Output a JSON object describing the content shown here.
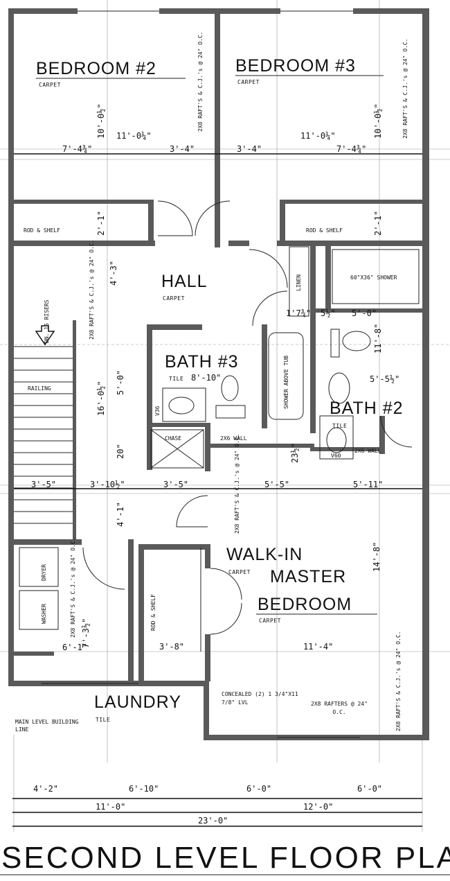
{
  "rooms": {
    "bedroom2": {
      "name": "BEDROOM #2",
      "finish": "CARPET"
    },
    "bedroom3": {
      "name": "BEDROOM #3",
      "finish": "CARPET"
    },
    "hall": {
      "name": "HALL",
      "finish": "CARPET"
    },
    "bath3": {
      "name": "BATH #3",
      "finish": "TILE"
    },
    "bath2": {
      "name": "BATH #2",
      "finish": "TILE"
    },
    "walkin": {
      "name": "WALK-IN",
      "finish": "CARPET"
    },
    "master_line1": "MASTER",
    "master_line2": "BEDROOM",
    "master_finish": "CARPET",
    "laundry": {
      "name": "LAUNDRY",
      "finish": "TILE"
    }
  },
  "labels": {
    "rod_shelf_left": "ROD & SHELF",
    "rod_shelf_right": "ROD & SHELF",
    "rod_shelf_walkin": "ROD & SHELF",
    "linen": "LINEN",
    "shower_unit": "60\"X36\" SHOWER",
    "shower_above_tub": "SHOWER ABOVE TUB",
    "chase": "CHASE",
    "wall_2x6_a": "2X6 WALL",
    "wall_2x6_b": "2X6 WALL",
    "railing": "RAILING",
    "stair_dn": "DN. 16 RISERS",
    "dryer": "DRYER",
    "washer": "WASHER",
    "v36": "V36",
    "v60": "V60",
    "concealed": "CONCEALED (2) 1 3/4\"X11 7/8\" LVL",
    "rafters_2x8": "2X8 RAFTERS @ 24\" O.C.",
    "rafters_cj": "2X8 RAFT'S & C.J.'s @ 24\" O.C.",
    "main_level": "MAIN LEVEL BUILDING LINE"
  },
  "dims": {
    "b2_w": "11'-0¼\"",
    "b2_h": "10'-0½\"",
    "b3_w": "11'-0¼\"",
    "b3_h": "10'-0½\"",
    "r1a": "7'-4¾\"",
    "r1b": "3'-4\"",
    "r1c": "3'-4\"",
    "r1d": "7'-4¾\"",
    "closet_l": "2'-1\"",
    "closet_r": "2'-1\"",
    "hall_v": "4'-3\"",
    "h1": "1'7¾\"",
    "h2": "5½\"",
    "h3": "5'-0\"",
    "bath3_w": "8'-10\"",
    "bath2_v": "11'-8\"",
    "bath2_w": "5'-5½\"",
    "stair_v": "16'-0½\"",
    "v50": "5'-0\"",
    "v20": "20\"",
    "v23": "23½\"",
    "r2a": "3'-5\"",
    "r2b": "3'-10½\"",
    "r2c": "3'-5\"",
    "r2d": "5'-5\"",
    "r2e": "5'-11\"",
    "v41": "4'-1\"",
    "v148": "14'-8\"",
    "l_w": "6'-1\"",
    "l_h": "7'-3½\"",
    "wi_w": "3'-8\"",
    "mb_w": "11'-4\"",
    "b1": "4'-2\"",
    "b2": "6'-10\"",
    "b3": "6'-0\"",
    "b4": "6'-0\"",
    "c1": "11'-0\"",
    "c2": "12'-0\"",
    "total": "23'-0\""
  },
  "title": "SECOND LEVEL FLOOR PLAN"
}
